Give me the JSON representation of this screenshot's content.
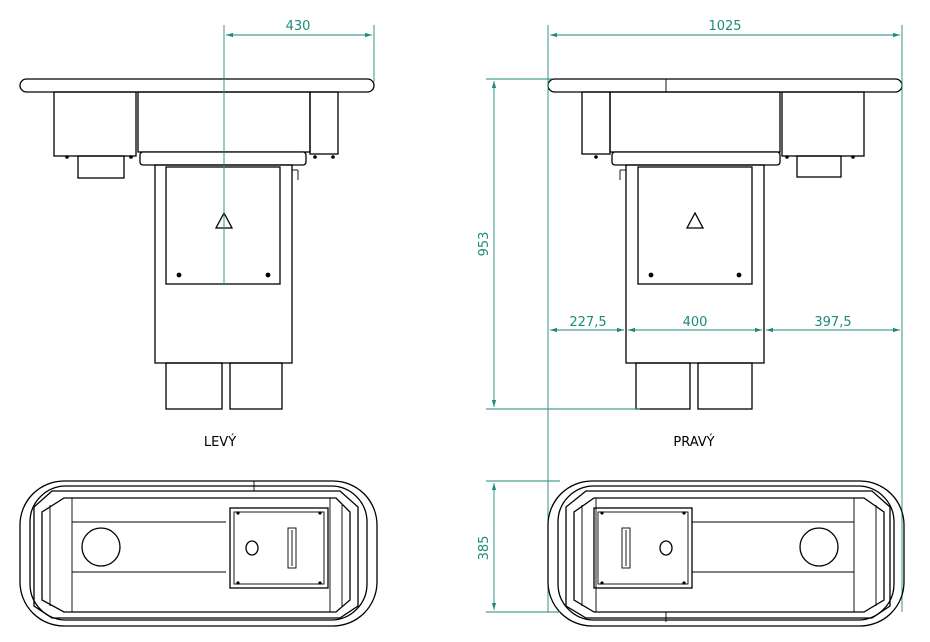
{
  "views": {
    "left_label": "LEVÝ",
    "right_label": "PRAVÝ"
  },
  "dimensions": {
    "left_width_430": "430",
    "overall_width": "1025",
    "overall_height": "953",
    "offset_left": "227,5",
    "mid_width": "400",
    "offset_right": "397,5",
    "plan_depth": "385"
  },
  "colors": {
    "dimension": "#1f8a7a",
    "outline": "#000000"
  },
  "icons": {
    "warning": "warning-triangle-icon"
  }
}
